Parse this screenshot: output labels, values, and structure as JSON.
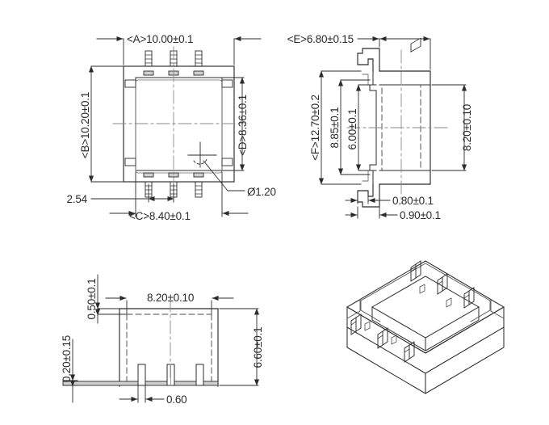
{
  "drawing": {
    "type": "mechanical-engineering-drawing",
    "subject": "transformer bobbin / coil former",
    "units": "mm",
    "background_color": "#ffffff",
    "line_color": "#2b2b2b",
    "hidden_line_color": "#4d4d4d",
    "center_line_color": "#8a8a8a"
  },
  "views": {
    "top": {
      "name": "top-view",
      "dimensions": {
        "a": "<A>10.00±0.1",
        "b": "<B>10.20±0.1",
        "c": "<C>8.40±0.1",
        "d": "<D>8.36±0.1",
        "pitch": "2.54",
        "hole": "Ø1.20"
      }
    },
    "side": {
      "name": "side-view",
      "dimensions": {
        "e": "<E>6.80±0.15",
        "f": "<F>12.70±0.2",
        "g": "8.85±0.1",
        "h": "6.00±0.1",
        "i": "8.20±0.10",
        "j": "0.80±0.1",
        "k": "0.90±0.1"
      }
    },
    "front": {
      "name": "front-view",
      "dimensions": {
        "width": "8.20±0.10",
        "height": "6.60±0.1",
        "top_offset": "0.50±0.1",
        "base_thickness": "0.20±0.15",
        "pin_width": "0.60"
      }
    },
    "isometric": {
      "name": "isometric-view",
      "label": ""
    }
  }
}
